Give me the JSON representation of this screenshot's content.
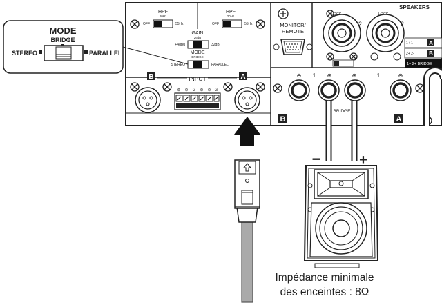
{
  "mode_callout": {
    "title": "MODE",
    "subtitle": "BRIDGE",
    "left": "STEREO",
    "right": "PARALLEL"
  },
  "hpf_b": {
    "title": "HPF",
    "freq": "20Hz",
    "off": "OFF",
    "on": "55Hz"
  },
  "hpf_a": {
    "title": "HPF",
    "freq": "20Hz",
    "off": "OFF",
    "on": "55Hz"
  },
  "gain": {
    "title": "GAIN",
    "mid": "26dB",
    "low": "+4dBu",
    "high": "32dB"
  },
  "mode_small": {
    "title": "MODE",
    "sub": "BRIDGE",
    "left": "STEREO",
    "right": "PARALLEL"
  },
  "monitor": {
    "line1": "MONITOR/",
    "line2": "REMOTE"
  },
  "speakers": {
    "title": "SPEAKERS",
    "lock": "LOCK",
    "ch_num": "2",
    "legend": [
      "1+ 1-",
      "2+ 2-",
      "1+ 2+ BRIDGE"
    ],
    "badge_b": "B",
    "badge_a": "A",
    "bridge_label": "BRIDGE"
  },
  "terminals": {
    "minus": "⊖",
    "plus": "⊕",
    "num": "1"
  },
  "input": {
    "label": "INPUT",
    "ch_b": "B",
    "ch_a": "A",
    "pins": [
      "⊕",
      "⊖",
      "G",
      "⊕",
      "⊖",
      "G"
    ]
  },
  "rear_badges": {
    "b": "B",
    "a": "A",
    "bridge": "BRIDGE"
  },
  "speaker_wires": {
    "minus": "−",
    "plus": "+"
  },
  "caption": {
    "line1": "Impédance minimale",
    "line2": "des enceintes : 8Ω"
  }
}
